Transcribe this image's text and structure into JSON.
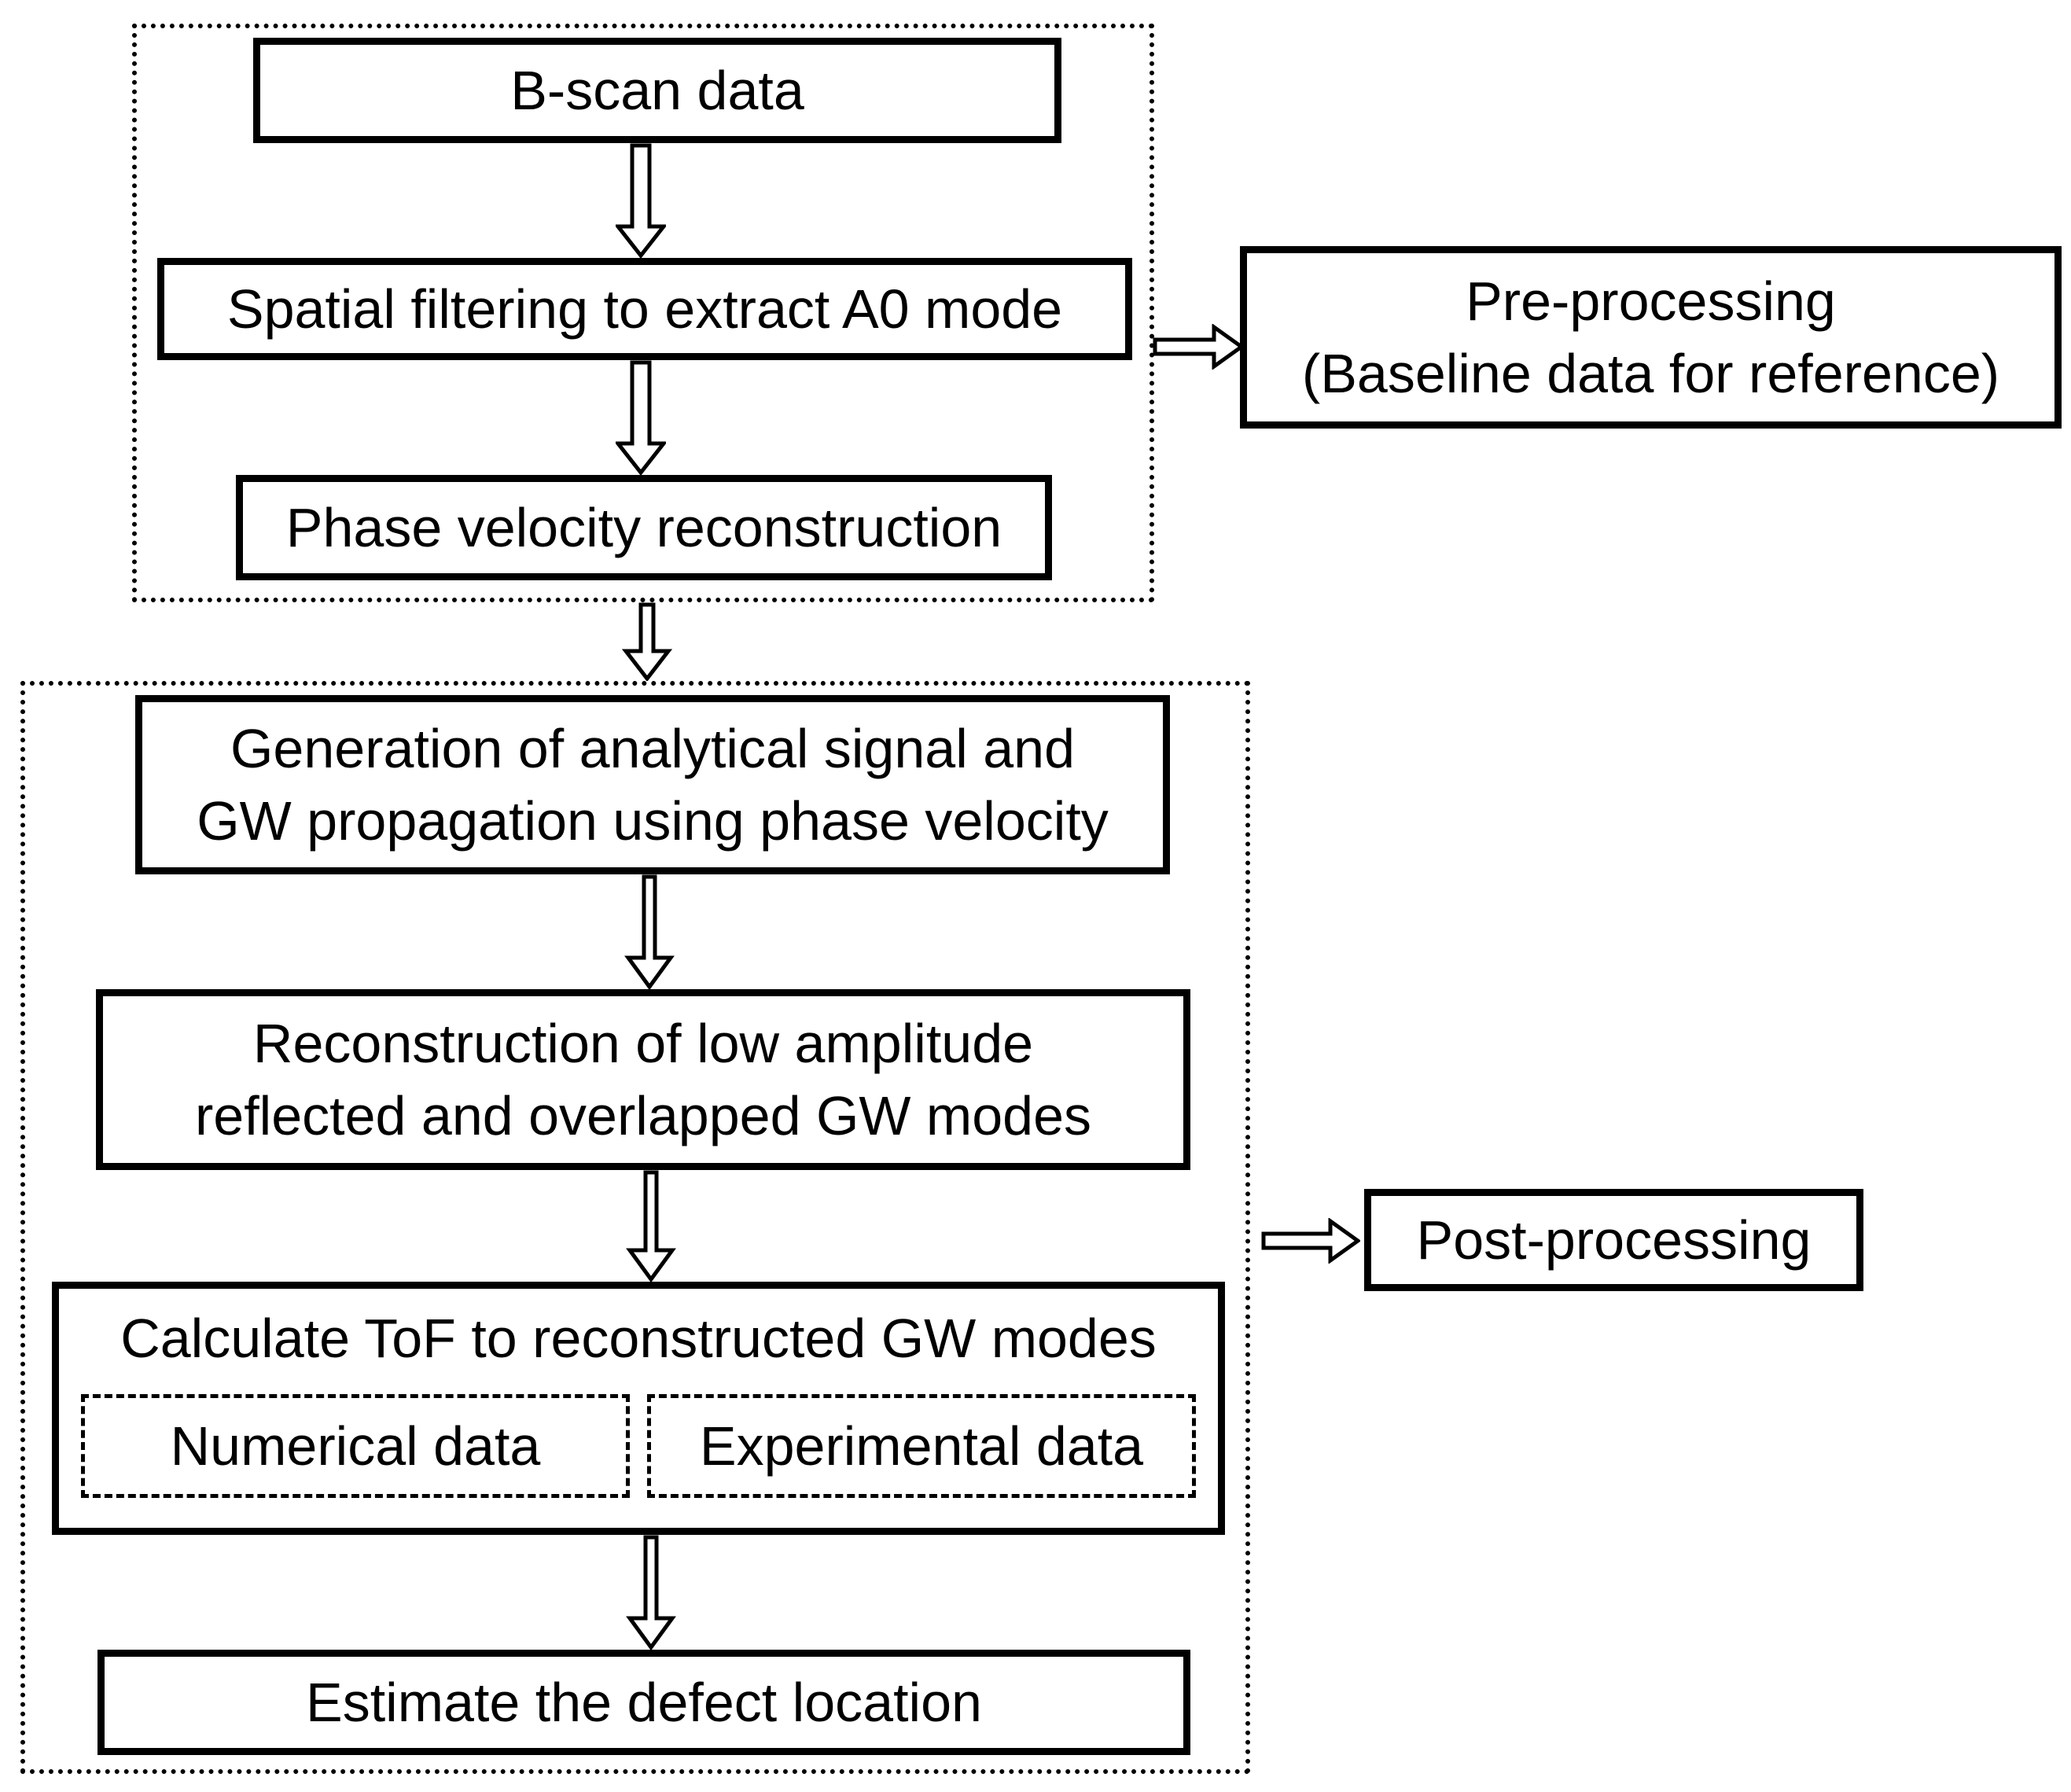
{
  "pre_group": {
    "bscan_label": "B-scan data",
    "spatial_label": "Spatial filtering to extract A0 mode",
    "phase_label": "Phase velocity reconstruction"
  },
  "pre_processing": {
    "line1": "Pre-processing",
    "line2": "(Baseline data for reference)"
  },
  "post_group": {
    "generation_line1": "Generation of analytical signal and",
    "generation_line2": "GW propagation using phase velocity",
    "reconstruction_line1": "Reconstruction of low amplitude",
    "reconstruction_line2": "reflected and overlapped GW modes",
    "calculate_title": "Calculate ToF to reconstructed GW modes",
    "numerical_label": "Numerical data",
    "experimental_label": "Experimental data",
    "estimate_label": "Estimate the defect location"
  },
  "post_processing": {
    "label": "Post-processing"
  },
  "icons": {
    "down_arrow": "hollow-down-arrow",
    "right_arrow": "hollow-right-arrow"
  },
  "colors": {
    "stroke": "#000000",
    "background": "#ffffff"
  }
}
